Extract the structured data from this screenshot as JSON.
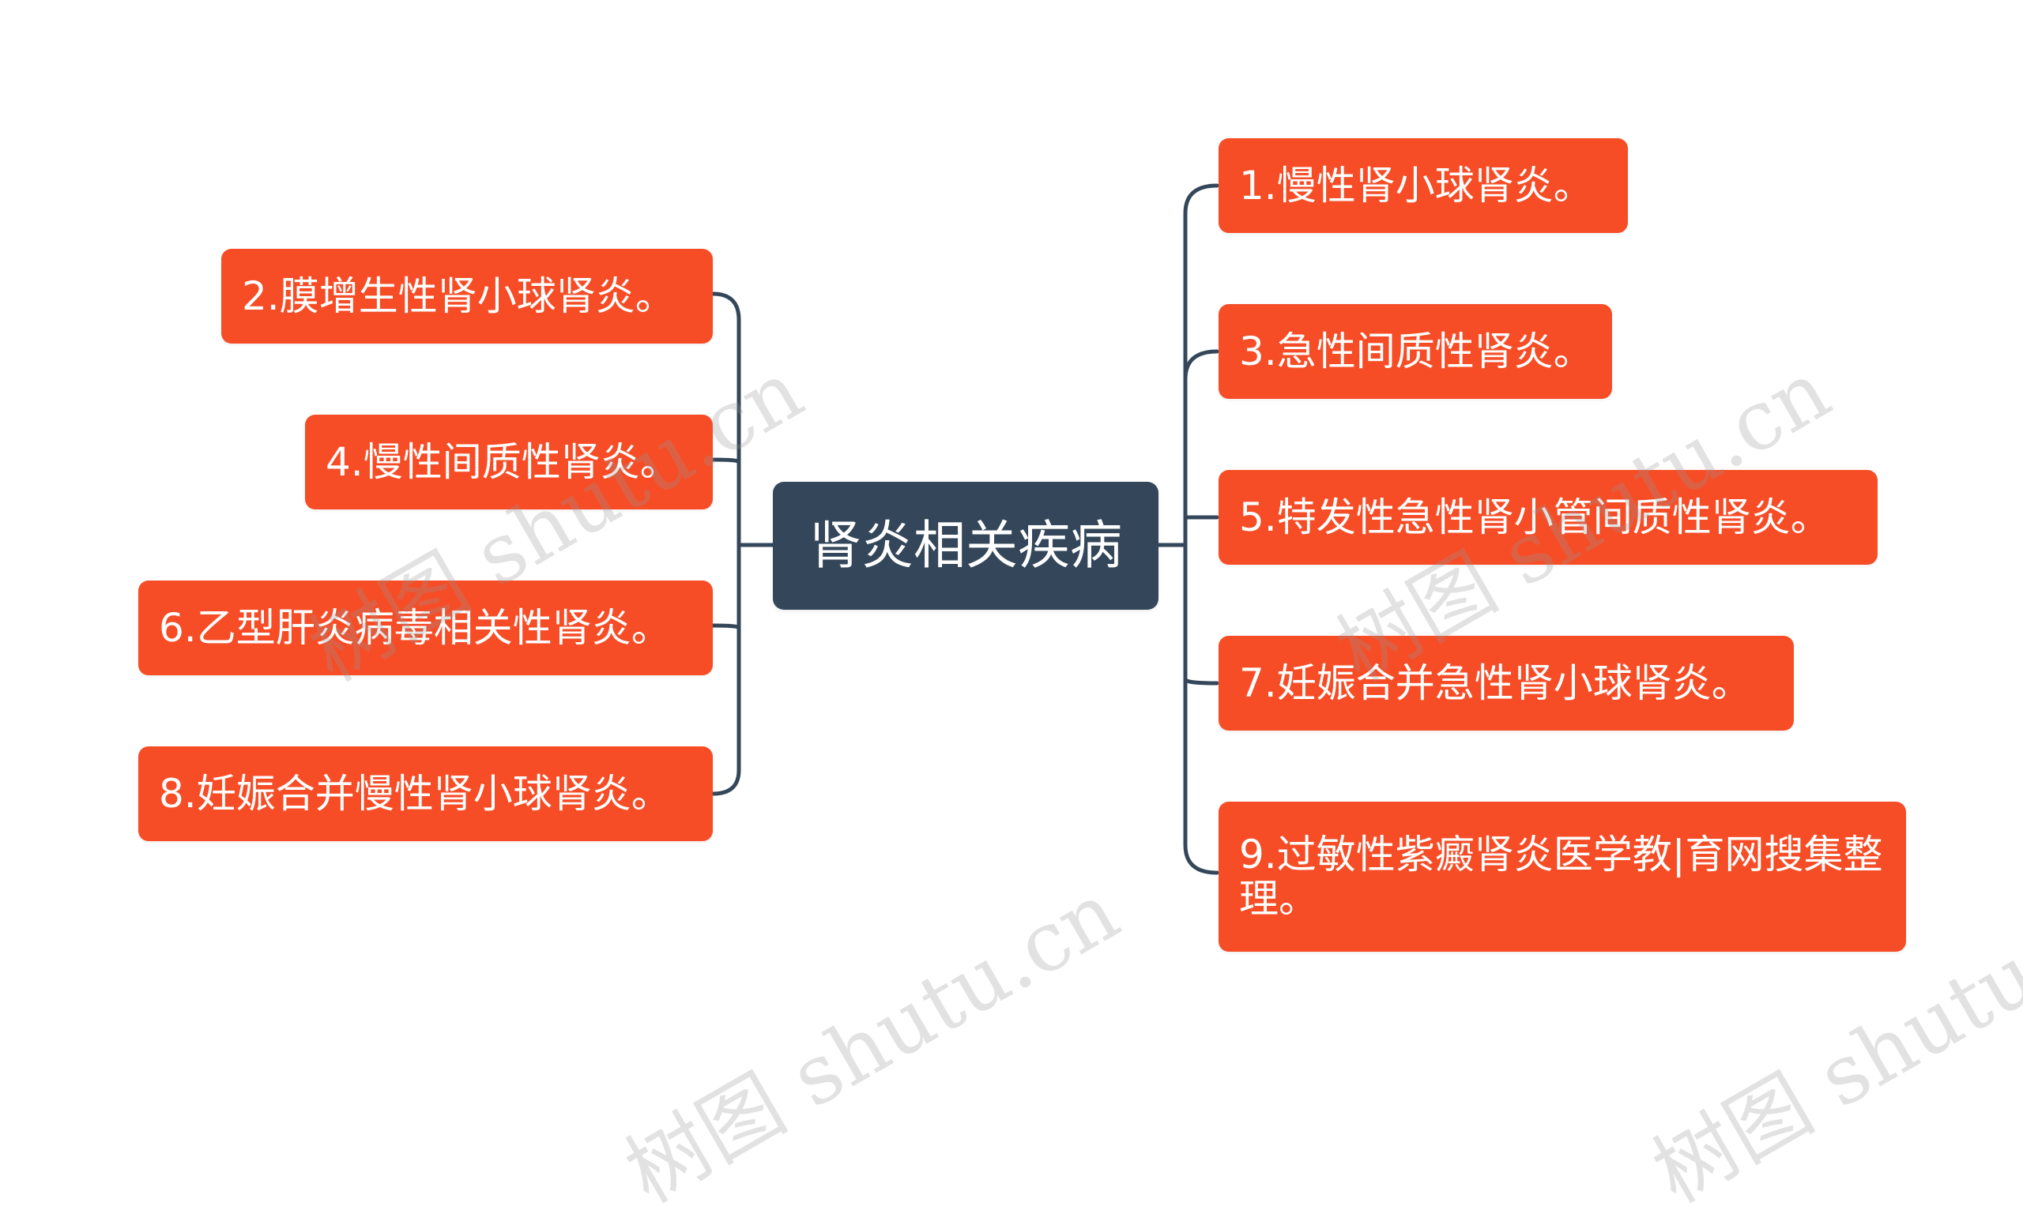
{
  "center": {
    "label": "肾炎相关疾病"
  },
  "left_nodes": [
    {
      "label": "2.膜增生性肾小球肾炎。"
    },
    {
      "label": "4.慢性间质性肾炎。"
    },
    {
      "label": "6.乙型肝炎病毒相关性肾炎。"
    },
    {
      "label": "8.妊娠合并慢性肾小球肾炎。"
    }
  ],
  "right_nodes": [
    {
      "label": "1.慢性肾小球肾炎。"
    },
    {
      "label": "3.急性间质性肾炎。"
    },
    {
      "label": "5.特发性急性肾小管间质性肾炎。"
    },
    {
      "label": "7.妊娠合并急性肾小球肾炎。"
    },
    {
      "label": "9.过敏性紫癜肾炎医学教|育网搜集整理。"
    }
  ],
  "watermark": "树图 shutu.cn",
  "colors": {
    "topic": "#f64d27",
    "center": "#34475a",
    "line": "#34475a"
  }
}
